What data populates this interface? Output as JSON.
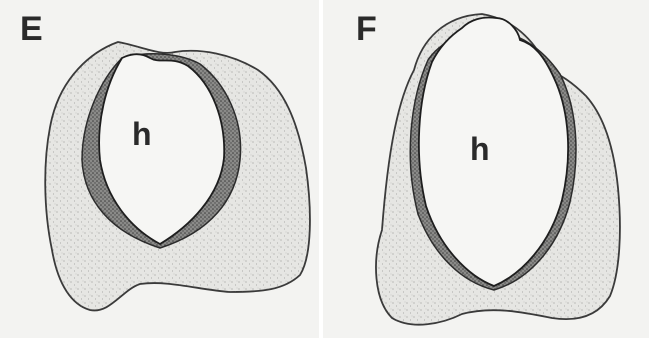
{
  "figure": {
    "panels": [
      {
        "letter": "E",
        "region_label": "h"
      },
      {
        "letter": "F",
        "region_label": "h"
      }
    ]
  }
}
